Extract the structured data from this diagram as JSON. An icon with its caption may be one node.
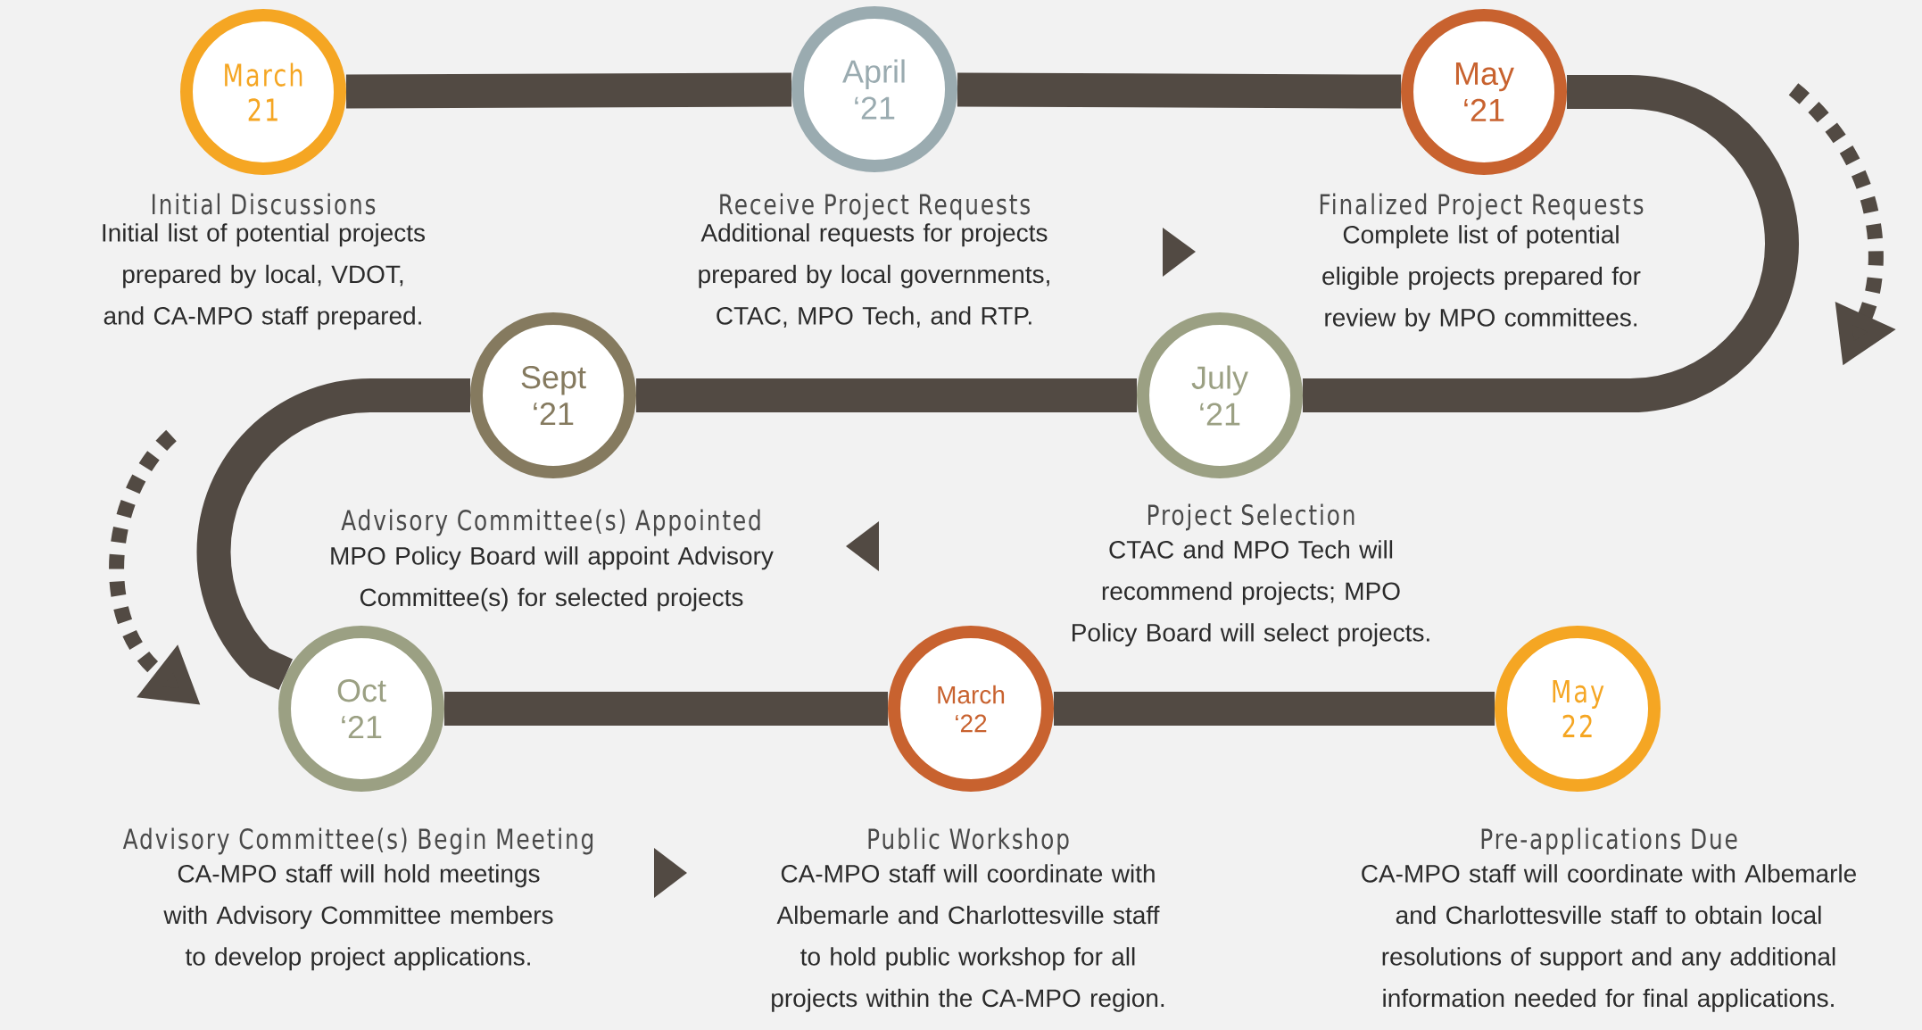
{
  "diagram": {
    "nodes": [
      {
        "text": [
          "March 21"
        ],
        "beside": [
          "Initial Discussions",
          "Initial list of potential projects prepared by local, VDOT, and CA-MPO staff prepared."
        ]
      },
      {
        "text": [
          "April ‘21"
        ],
        "beside": [
          "Receive Project Requests",
          "Additional requests for projects prepared by local governments, CTAC, MPO Tech, and RTP."
        ]
      },
      {
        "text": [
          "May ‘21"
        ],
        "beside": [
          "Finalized Project Requests",
          "Complete list of potential eligible projects prepared for review by MPO committees."
        ]
      },
      {
        "text": [
          "July ‘21"
        ],
        "beside": [
          "Project Selection",
          "CTAC and MPO Tech will recommend projects; MPO Policy Board will select projects."
        ]
      },
      {
        "text": [
          "Sept ‘21"
        ],
        "beside": [
          "Advisory Committee(s) Appointed",
          "MPO Policy Board will appoint Advisory Committee(s) for selected projects"
        ]
      },
      {
        "text": [
          "Oct ‘21"
        ],
        "beside": [
          "Advisory Committee(s) Begin Meeting",
          "CA-MPO staff will hold meetings with Advisory Committee members to develop project applications."
        ]
      },
      {
        "text": [
          "March ‘22"
        ],
        "beside": [
          "Public Workshop",
          "CA-MPO staff will coordinate with Albemarle and Charlottesville staff to hold public workshop for all projects within the CA-MPO region."
        ]
      },
      {
        "text": [
          "May 22"
        ],
        "beside": [
          "Pre-applications Due",
          "CA-MPO staff will coordinate with Albemarle and Charlottesville staff to obtain local resolutions of support and any additional information needed for final applications."
        ]
      }
    ],
    "edges": [
      {
        "from": 0,
        "to": 1,
        "arrow": "none"
      },
      {
        "from": 1,
        "to": 2,
        "arrow": "none"
      },
      {
        "from": 2,
        "to": 3,
        "arrow": "none"
      },
      {
        "from": 3,
        "to": 4,
        "arrow": "none"
      },
      {
        "from": 4,
        "to": 5,
        "arrow": "none"
      },
      {
        "from": 5,
        "to": 6,
        "arrow": "none"
      },
      {
        "from": 6,
        "to": 7,
        "arrow": "none"
      }
    ]
  }
}
